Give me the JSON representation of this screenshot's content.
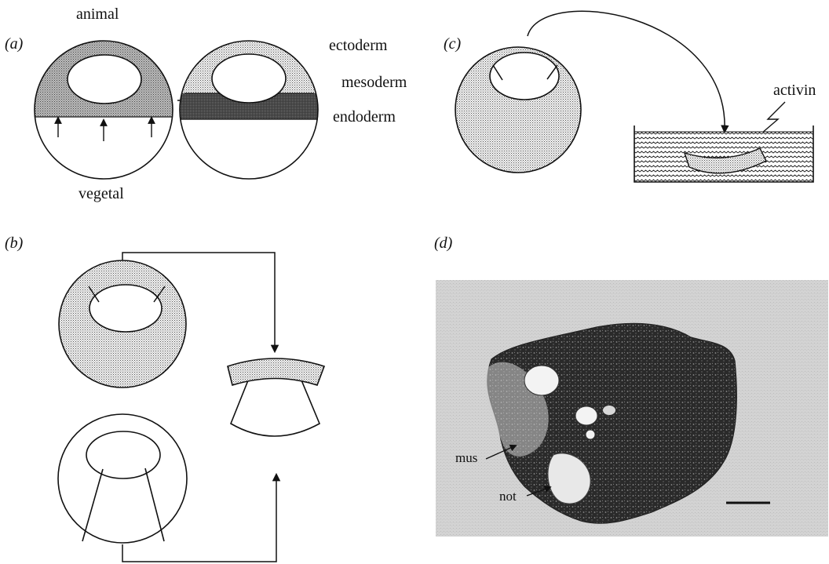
{
  "panels": {
    "a": {
      "label": "(a)",
      "animal": "animal",
      "vegetal": "vegetal",
      "ectoderm": "ectoderm",
      "mesoderm": "mesoderm",
      "endoderm": "endoderm"
    },
    "b": {
      "label": "(b)"
    },
    "c": {
      "label": "(c)",
      "activin": "activin"
    },
    "d": {
      "label": "(d)",
      "mus": "mus",
      "not": "not"
    }
  }
}
